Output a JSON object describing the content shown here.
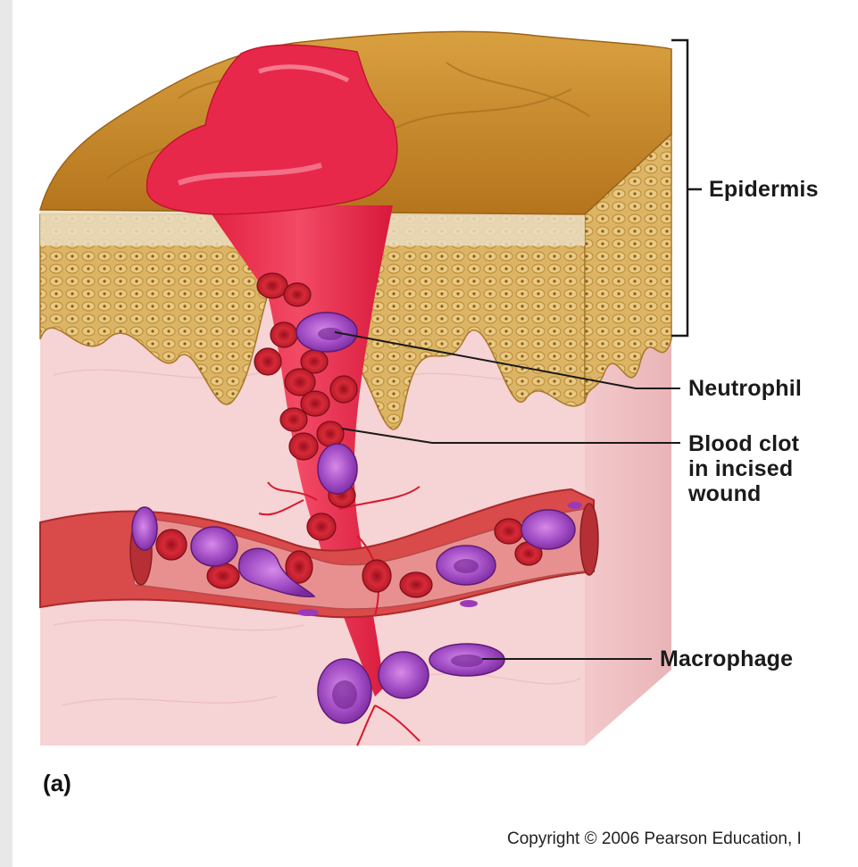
{
  "figure": {
    "panel_label": "(a)",
    "copyright": "Copyright © 2006 Pearson Education, I"
  },
  "labels": {
    "epidermis": "Epidermis",
    "neutrophil": "Neutrophil",
    "blood_clot_line1": "Blood clot",
    "blood_clot_line2": "in incised",
    "blood_clot_line3": "wound",
    "macrophage": "Macrophage"
  },
  "colors": {
    "epidermis_top": "#c98a2a",
    "epidermis_cells": "#d9b060",
    "dermis": "#f5cfd0",
    "clot": "#e8284a",
    "blood_vessel": "#d94a4a",
    "rbc": "#c8202e",
    "white_cell": "#a14cc4"
  }
}
